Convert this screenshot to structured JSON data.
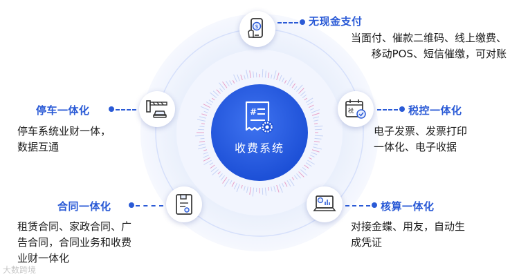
{
  "center": {
    "label": "收费系统",
    "icon": "receipt-gear-icon"
  },
  "modules": {
    "cashless": {
      "title": "无现金支付",
      "icon": "phone-payment-icon",
      "desc": [
        "当面付、催款二维码、线上缴费、",
        "移动POS、短信催缴，可对账"
      ]
    },
    "parking": {
      "title": "停车一体化",
      "icon": "parking-barrier-icon",
      "desc": [
        "停车系统业财一体，",
        "数据互通"
      ]
    },
    "tax": {
      "title": "税控一体化",
      "icon": "tax-calendar-icon",
      "desc": [
        "电子发票、发票打印",
        "一体化、电子收据"
      ]
    },
    "contract": {
      "title": "合同一体化",
      "icon": "contract-document-icon",
      "desc": [
        "租赁合同、家政合同、广",
        "告合同，合同业务和收费",
        "业财一体化"
      ]
    },
    "accounting": {
      "title": "核算一体化",
      "icon": "laptop-accounting-icon",
      "desc": [
        "对接金蝶、用友，自动生",
        "成凭证"
      ]
    }
  },
  "watermark": "大数跨境",
  "colors": {
    "accent": "#2a5ad6",
    "center_fill": "#2358e0",
    "ring_light": "#e9eefb"
  }
}
